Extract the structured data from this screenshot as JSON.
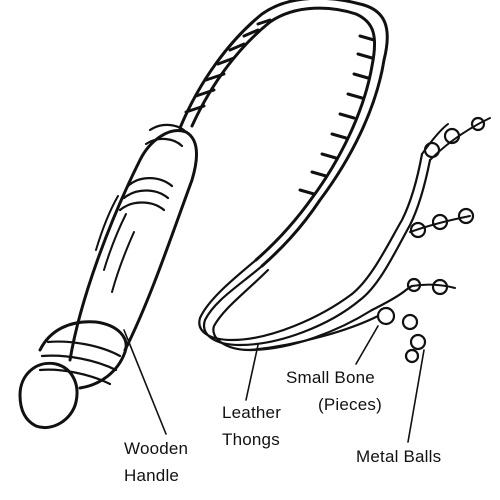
{
  "labels": {
    "wooden_handle": [
      "Wooden",
      "Handle"
    ],
    "leather_thongs": [
      "Leather",
      "Thongs"
    ],
    "small_bone": [
      "Small Bone",
      "(Pieces)"
    ],
    "metal_balls": "Metal Balls"
  },
  "colors": {
    "ink": "#111111",
    "paper": "#ffffff"
  }
}
